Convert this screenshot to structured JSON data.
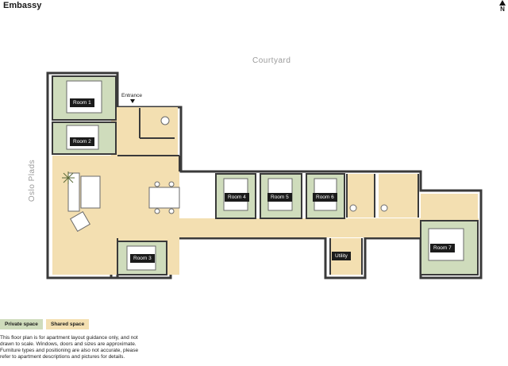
{
  "title": "Embassy",
  "compass": {
    "label": "N"
  },
  "surroundings": {
    "top": "Courtyard",
    "left": "Oslo Plads"
  },
  "entrance": "Entrance",
  "rooms": [
    {
      "label": "Room 1",
      "space": "private"
    },
    {
      "label": "Room 2",
      "space": "private"
    },
    {
      "label": "Room 3",
      "space": "private"
    },
    {
      "label": "Room 4",
      "space": "private"
    },
    {
      "label": "Room 5",
      "space": "private"
    },
    {
      "label": "Room 6",
      "space": "private"
    },
    {
      "label": "Room 7",
      "space": "private"
    },
    {
      "label": "Utility",
      "space": "shared"
    }
  ],
  "legend": {
    "private": "Private space",
    "shared": "Shared space"
  },
  "colors": {
    "private": "#cfdcbc",
    "shared": "#f3dfb1",
    "wall": "#3a3a3a",
    "label_bg": "#1b1b1b"
  },
  "disclaimer": "This floor plan is for apartment layout guidance only, and not drawn to scale. Windows, doors and sizes are approximate. Furniture types and positioning are also not accurate, please refer to apartment descriptions and pictures for details."
}
